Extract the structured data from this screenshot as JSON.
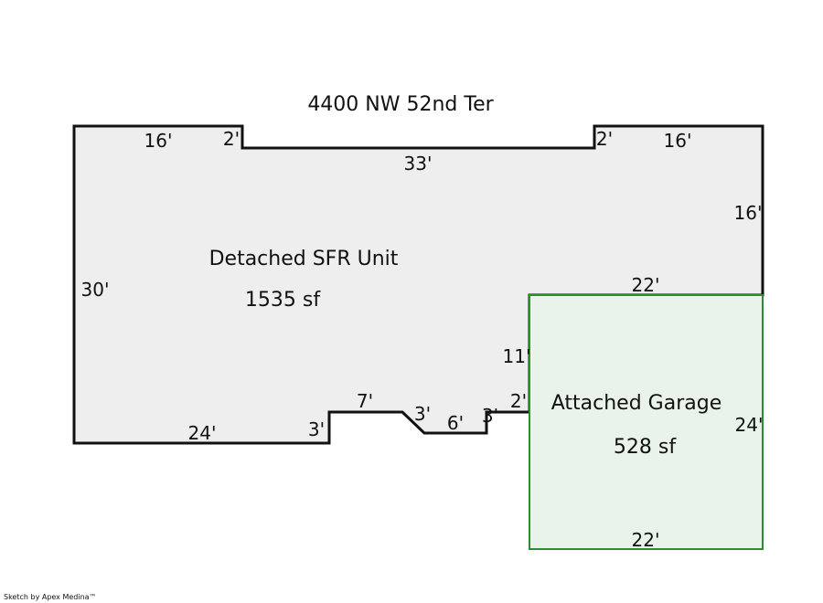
{
  "address": "4400 NW 52nd Ter",
  "credit": "Sketch by Apex Medina™",
  "colors": {
    "house_stroke": "#111111",
    "house_fill": "#eeeeee",
    "garage_stroke": "#2e8b2e",
    "garage_fill": "#e9f3e9"
  },
  "areas": [
    {
      "name": "Detached SFR Unit",
      "size": "1535 sf"
    },
    {
      "name": "Attached Garage",
      "size": "528 sf"
    }
  ],
  "dimensions": {
    "house_top_left": "16'",
    "house_notch_left": "2'",
    "house_notch_bottom": "33'",
    "house_notch_right": "2'",
    "house_top_right": "16'",
    "house_right": "16'",
    "house_left": "30'",
    "house_garage_top": "22'",
    "house_garage_left": "11'",
    "house_bottom_right_step": "2'",
    "house_bump_right_diag": "3'",
    "house_bump_bottom": "6'",
    "house_bump_left_diag": "3'",
    "house_bump_top": "7'",
    "house_bump_drop": "3'",
    "house_bottom": "24'",
    "garage_right": "24'",
    "garage_bottom": "22'"
  }
}
